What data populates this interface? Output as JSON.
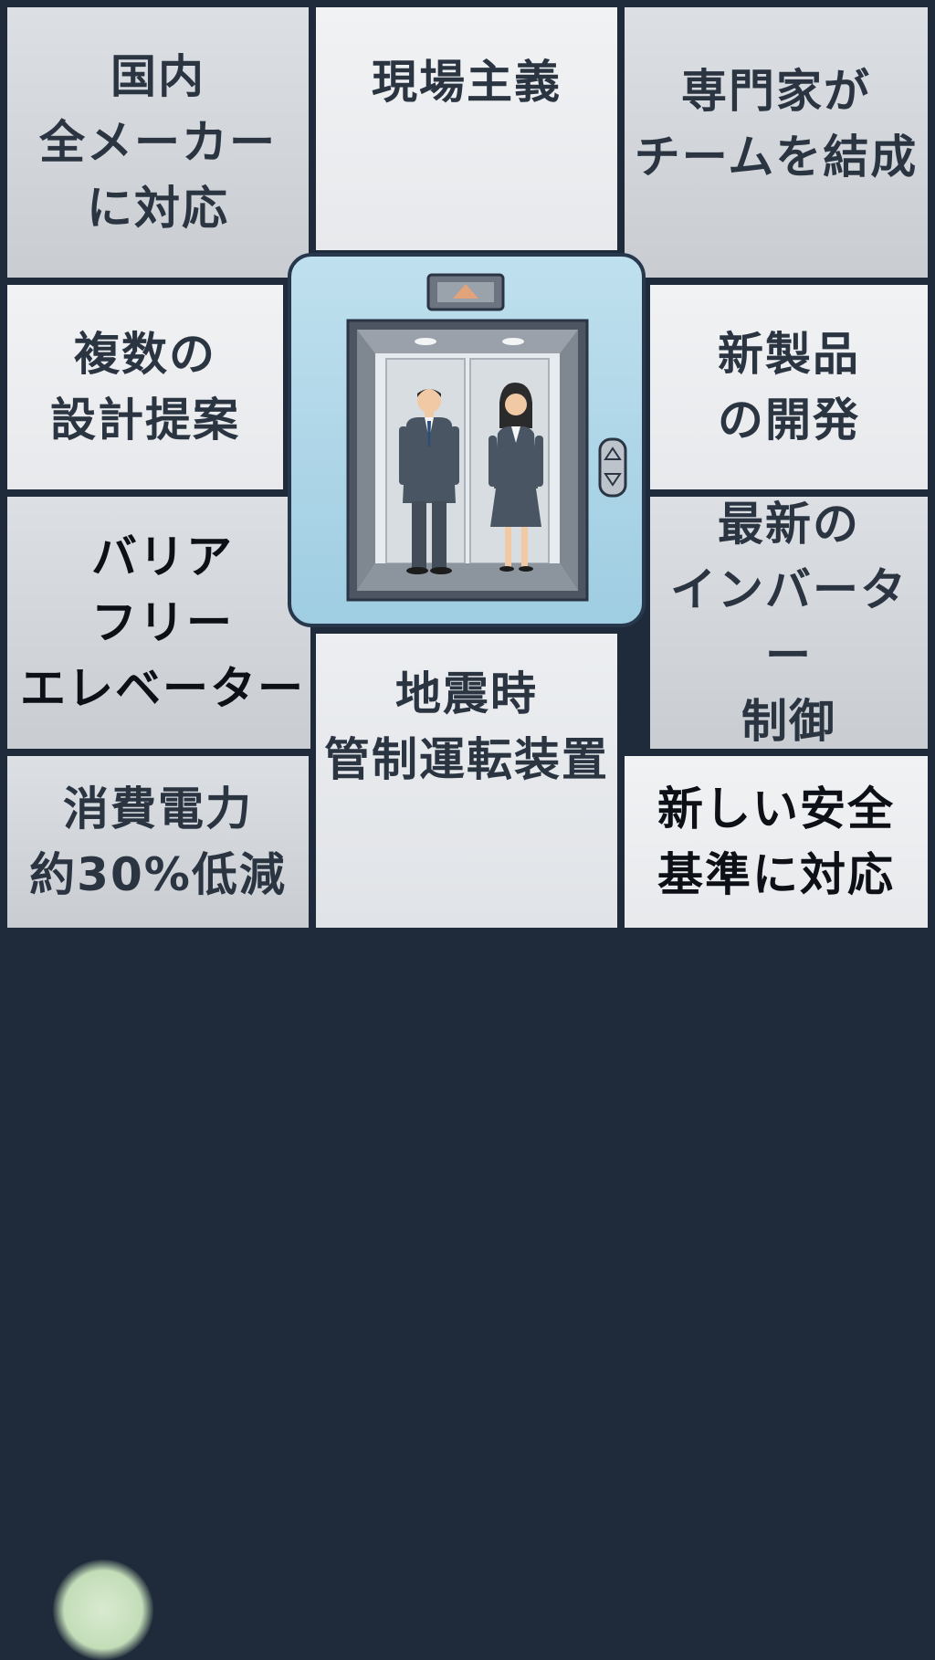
{
  "tiles": {
    "domestic": "国内\n全メーカー\nに対応",
    "field": "現場主義",
    "team": "専門家が\nチームを結成",
    "design": "複数の\n設計提案",
    "newproduct": "新製品\nの開発",
    "barrierfree": "バリア\nフリー\nエレベーター",
    "inverter": "最新の\nインバーター\n制御",
    "quake": "地震時\n管制運転装置",
    "power": "消費電力\n約30%低減",
    "safety": "新しい安全\n基準に対応"
  },
  "elevator": {
    "indicator_icon": "up-triangle-icon",
    "call_buttons": [
      "up-arrow-icon",
      "down-arrow-icon"
    ],
    "passengers": [
      "man-in-suit",
      "woman-in-suit"
    ]
  },
  "colors": {
    "grid_lines": "#1f2b3a",
    "elevator_frame": "#27384c",
    "elevator_panel": "#aed6e8"
  }
}
